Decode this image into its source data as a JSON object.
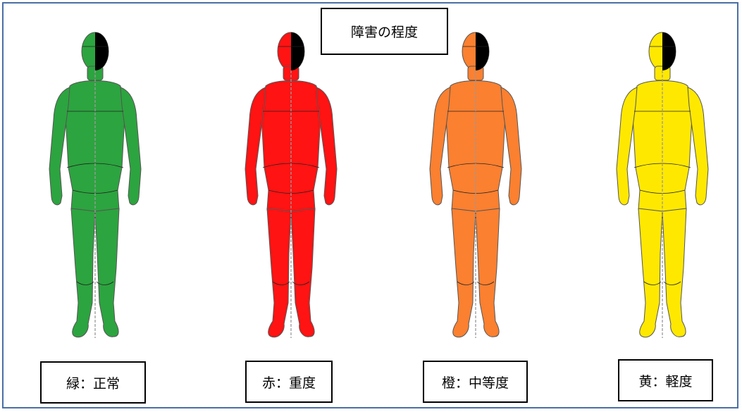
{
  "title": "障害の程度",
  "figures": [
    {
      "label": "緑：正常",
      "color": "#2ca43f"
    },
    {
      "label": "赤：重度",
      "color": "#ff1313"
    },
    {
      "label": "橙：中等度",
      "color": "#fb8030"
    },
    {
      "label": "黄：軽度",
      "color": "#ffe800"
    }
  ],
  "head_shading_color": "#000000",
  "outline_color": "#555555"
}
